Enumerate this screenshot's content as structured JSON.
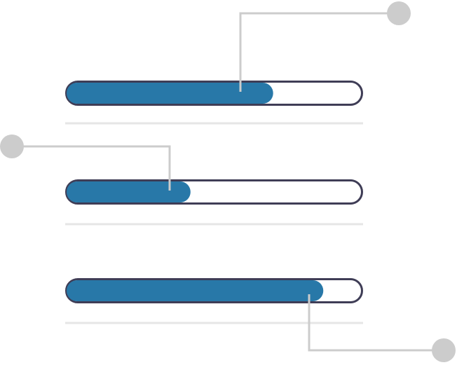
{
  "colors": {
    "fill": "#2878a8",
    "track_border": "#3f3d56",
    "track_bg": "#ffffff",
    "divider": "#e6e6e6",
    "callout": "#cccccc"
  },
  "bars": [
    {
      "name": "progress-bar-1",
      "progress": 0.7,
      "callout_side": "top-right"
    },
    {
      "name": "progress-bar-2",
      "progress": 0.42,
      "callout_side": "top-left"
    },
    {
      "name": "progress-bar-3",
      "progress": 0.87,
      "callout_side": "bottom-right"
    }
  ]
}
